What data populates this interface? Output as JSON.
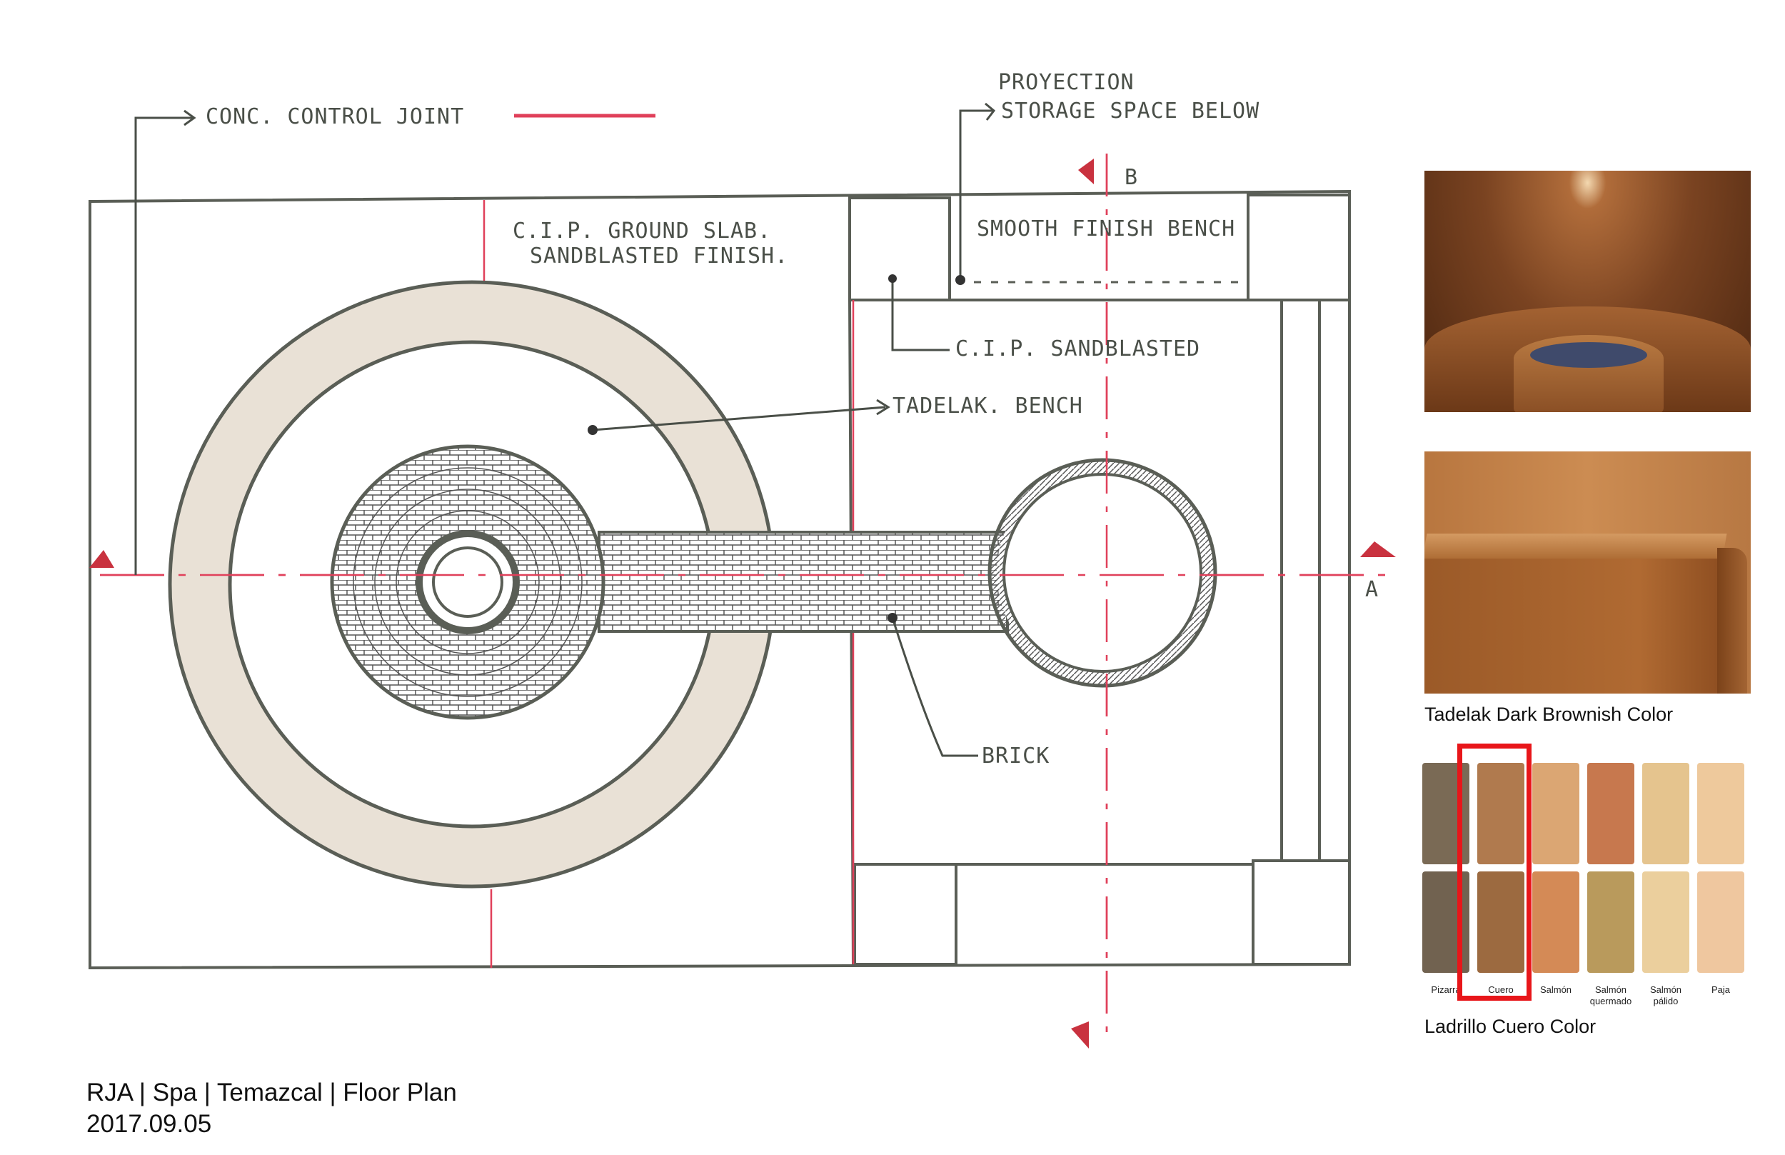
{
  "sketch": {
    "labels": {
      "control_joint": "CONC. CONTROL JOINT",
      "proyection": "PROYECTION",
      "storage": "STORAGE SPACE BELOW",
      "slab_1": "C.I.P. GROUND SLAB.",
      "slab_2": "SANDBLASTED FINISH.",
      "bench_smooth": "SMOOTH FINISH BENCH",
      "cip_sandblasted": "C.I.P. SANDBLASTED",
      "tadelak_bench": "TADELAK. BENCH",
      "brick": "BRICK",
      "section_a": "A",
      "section_b": "B"
    },
    "colors": {
      "ink": "#5a5e56",
      "accent": "#e0405a",
      "ring_fill": "#e9e1d6"
    }
  },
  "references": {
    "tadelak_caption": "Tadelak Dark Brownish Color",
    "brick_caption": "Ladrillo Cuero Color",
    "bricks": [
      {
        "name": "Pizarra",
        "top": "#7a6a55",
        "bottom": "#716250"
      },
      {
        "name": "Cuero",
        "top": "#b07a4e",
        "bottom": "#9c6a40"
      },
      {
        "name": "Salmón",
        "top": "#dba673",
        "bottom": "#d48a56"
      },
      {
        "name": "Salmón quermado",
        "top": "#c7784e",
        "bottom": "#b99a5c"
      },
      {
        "name": "Salmón pálido",
        "top": "#e5c48e",
        "bottom": "#ebcf9d"
      },
      {
        "name": "Paja",
        "top": "#eec99c",
        "bottom": "#efc79f"
      }
    ],
    "selected": "Cuero",
    "highlight_color": "#e8161a"
  },
  "footer": {
    "title": "RJA | Spa | Temazcal | Floor Plan",
    "date": "2017.09.05"
  }
}
